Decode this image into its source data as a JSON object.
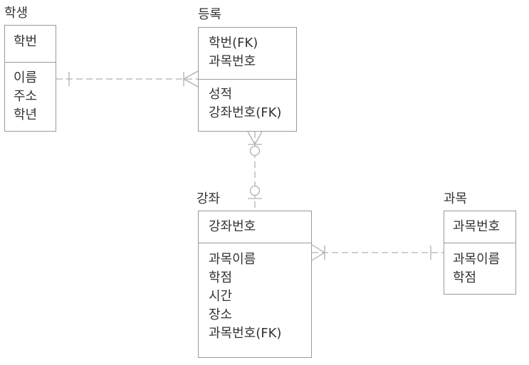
{
  "entities": {
    "student": {
      "title": "학생",
      "pk": [
        "학번"
      ],
      "attrs": [
        "이름",
        "주소",
        "학년"
      ]
    },
    "enrollment": {
      "title": "등록",
      "pk": [
        "학번(FK)",
        "과목번호"
      ],
      "attrs": [
        "성적",
        "강좌번호(FK)"
      ]
    },
    "lecture": {
      "title": "강좌",
      "pk": [
        "강좌번호"
      ],
      "attrs": [
        "과목이름",
        "학점",
        "시간",
        "장소",
        "과목번호(FK)"
      ]
    },
    "course": {
      "title": "과목",
      "pk": [
        "과목번호"
      ],
      "attrs": [
        "과목이름",
        "학점"
      ]
    }
  },
  "colors": {
    "text": "#333333",
    "box_border": "#9a9a9a",
    "connector": "#b0b0b0"
  }
}
